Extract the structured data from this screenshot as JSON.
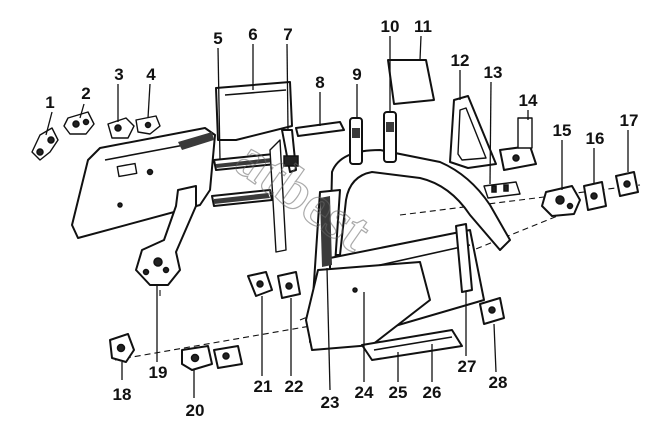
{
  "diagram": {
    "type": "exploded-parts-view",
    "watermark": "atbest",
    "callouts": [
      "1",
      "2",
      "3",
      "4",
      "5",
      "6",
      "7",
      "8",
      "9",
      "10",
      "11",
      "12",
      "13",
      "14",
      "15",
      "16",
      "17",
      "18",
      "19",
      "20",
      "21",
      "22",
      "23",
      "24",
      "25",
      "26",
      "27",
      "28"
    ]
  }
}
